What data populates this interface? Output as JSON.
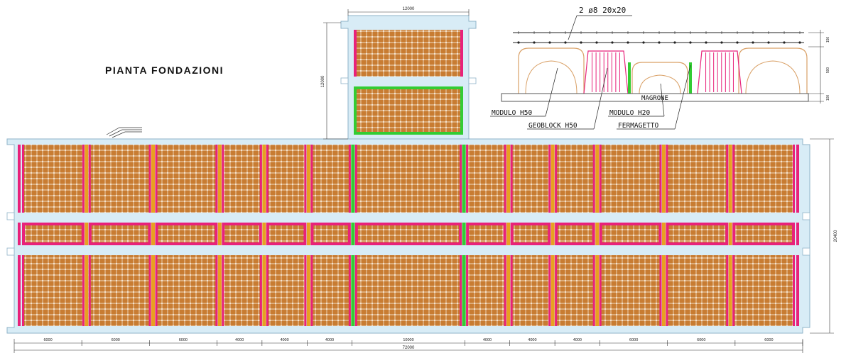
{
  "title": "PIANTA FONDAZIONI",
  "section": {
    "rebar": "2 ø8 20x20",
    "magrone": "MAGRONE",
    "labels": [
      "MODULO H50",
      "GEOBLOCK H50",
      "MODULO H20",
      "FERMAGETTO"
    ],
    "dims": [
      "150",
      "500",
      "100"
    ]
  },
  "dims": {
    "bays": [
      "6000",
      "6000",
      "6000",
      "4000",
      "4000",
      "4000",
      "10000",
      "4000",
      "4000",
      "4000",
      "6000",
      "6000",
      "6000"
    ],
    "total": "72000",
    "height": "20400",
    "top_width": "12000",
    "top_height": "12000"
  },
  "colors": {
    "fill": "#c87c32",
    "grid": "#f1dcc2",
    "magenta": "#e8227a",
    "green": "#33cc33",
    "orange": "#e8a020",
    "slab": "#d8ecf6",
    "outline": "#8fb3c8",
    "module": "#d9a066"
  }
}
